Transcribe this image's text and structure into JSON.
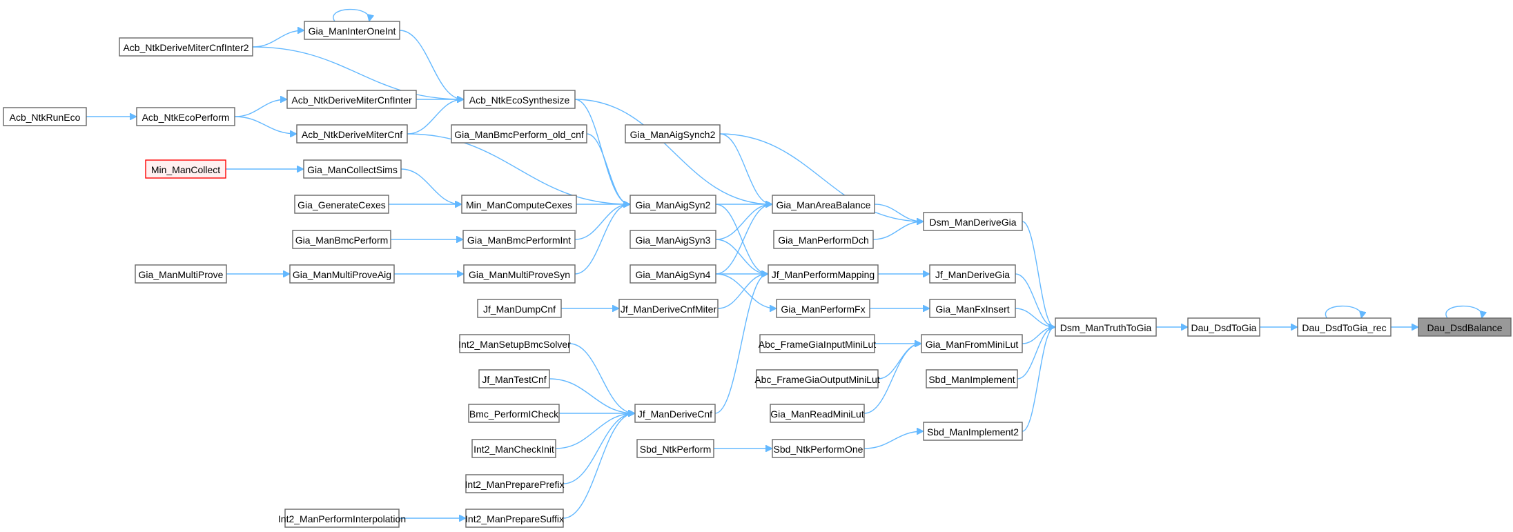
{
  "diagram": {
    "type": "call-graph",
    "colors": {
      "edge": "#63b8ff",
      "node_border": "#666666",
      "root_fill": "#999999",
      "highlight_border": "#ff0000",
      "highlight_fill": "#fff0f0"
    },
    "nodes": [
      {
        "id": "Dau_DsdBalance",
        "label": "Dau_DsdBalance",
        "style": "root",
        "self_loop": true
      },
      {
        "id": "Dau_DsdToGia_rec",
        "label": "Dau_DsdToGia_rec",
        "self_loop": true
      },
      {
        "id": "Dau_DsdToGia",
        "label": "Dau_DsdToGia"
      },
      {
        "id": "Dsm_ManTruthToGia",
        "label": "Dsm_ManTruthToGia"
      },
      {
        "id": "Dsm_ManDeriveGia",
        "label": "Dsm_ManDeriveGia"
      },
      {
        "id": "Jf_ManDeriveGia",
        "label": "Jf_ManDeriveGia"
      },
      {
        "id": "Gia_ManFxInsert",
        "label": "Gia_ManFxInsert"
      },
      {
        "id": "Gia_ManFromMiniLut",
        "label": "Gia_ManFromMiniLut"
      },
      {
        "id": "Sbd_ManImplement",
        "label": "Sbd_ManImplement"
      },
      {
        "id": "Sbd_ManImplement2",
        "label": "Sbd_ManImplement2"
      },
      {
        "id": "Gia_ManAigSynch2",
        "label": "Gia_ManAigSynch2"
      },
      {
        "id": "Gia_ManAreaBalance",
        "label": "Gia_ManAreaBalance"
      },
      {
        "id": "Gia_ManPerformDch",
        "label": "Gia_ManPerformDch"
      },
      {
        "id": "Jf_ManPerformMapping",
        "label": "Jf_ManPerformMapping"
      },
      {
        "id": "Gia_ManPerformFx",
        "label": "Gia_ManPerformFx"
      },
      {
        "id": "Abc_FrameGiaInputMiniLut",
        "label": "Abc_FrameGiaInputMiniLut"
      },
      {
        "id": "Abc_FrameGiaOutputMiniLut",
        "label": "Abc_FrameGiaOutputMiniLut"
      },
      {
        "id": "Gia_ManReadMiniLut",
        "label": "Gia_ManReadMiniLut"
      },
      {
        "id": "Sbd_NtkPerformOne",
        "label": "Sbd_NtkPerformOne"
      },
      {
        "id": "Sbd_NtkPerform",
        "label": "Sbd_NtkPerform"
      },
      {
        "id": "Gia_ManAigSyn2",
        "label": "Gia_ManAigSyn2"
      },
      {
        "id": "Gia_ManAigSyn3",
        "label": "Gia_ManAigSyn3"
      },
      {
        "id": "Gia_ManAigSyn4",
        "label": "Gia_ManAigSyn4"
      },
      {
        "id": "Jf_ManDeriveCnfMiter",
        "label": "Jf_ManDeriveCnfMiter"
      },
      {
        "id": "Jf_ManDeriveCnf",
        "label": "Jf_ManDeriveCnf"
      },
      {
        "id": "Acb_NtkEcoSynthesize",
        "label": "Acb_NtkEcoSynthesize"
      },
      {
        "id": "Gia_ManBmcPerform_old_cnf",
        "label": "Gia_ManBmcPerform_old_cnf"
      },
      {
        "id": "Min_ManComputeCexes",
        "label": "Min_ManComputeCexes"
      },
      {
        "id": "Gia_ManBmcPerformInt",
        "label": "Gia_ManBmcPerformInt"
      },
      {
        "id": "Gia_ManMultiProveSyn",
        "label": "Gia_ManMultiProveSyn"
      },
      {
        "id": "Jf_ManDumpCnf",
        "label": "Jf_ManDumpCnf"
      },
      {
        "id": "Int2_ManSetupBmcSolver",
        "label": "Int2_ManSetupBmcSolver"
      },
      {
        "id": "Jf_ManTestCnf",
        "label": "Jf_ManTestCnf"
      },
      {
        "id": "Bmc_PerformICheck",
        "label": "Bmc_PerformICheck"
      },
      {
        "id": "Int2_ManCheckInit",
        "label": "Int2_ManCheckInit"
      },
      {
        "id": "Int2_ManPreparePrefix",
        "label": "Int2_ManPreparePrefix"
      },
      {
        "id": "Int2_ManPrepareSuffix",
        "label": "Int2_ManPrepareSuffix"
      },
      {
        "id": "Int2_ManPerformInterpolation",
        "label": "Int2_ManPerformInterpolation"
      },
      {
        "id": "Gia_ManInterOneInt",
        "label": "Gia_ManInterOneInt",
        "self_loop": true
      },
      {
        "id": "Acb_NtkDeriveMiterCnfInter2",
        "label": "Acb_NtkDeriveMiterCnfInter2"
      },
      {
        "id": "Acb_NtkDeriveMiterCnfInter",
        "label": "Acb_NtkDeriveMiterCnfInter"
      },
      {
        "id": "Acb_NtkDeriveMiterCnf",
        "label": "Acb_NtkDeriveMiterCnf"
      },
      {
        "id": "Acb_NtkEcoPerform",
        "label": "Acb_NtkEcoPerform"
      },
      {
        "id": "Acb_NtkRunEco",
        "label": "Acb_NtkRunEco"
      },
      {
        "id": "Gia_ManCollectSims",
        "label": "Gia_ManCollectSims"
      },
      {
        "id": "Min_ManCollect",
        "label": "Min_ManCollect",
        "style": "highlight"
      },
      {
        "id": "Gia_GenerateCexes",
        "label": "Gia_GenerateCexes"
      },
      {
        "id": "Gia_ManBmcPerform",
        "label": "Gia_ManBmcPerform"
      },
      {
        "id": "Gia_ManMultiProveAig",
        "label": "Gia_ManMultiProveAig"
      },
      {
        "id": "Gia_ManMultiProve",
        "label": "Gia_ManMultiProve"
      }
    ],
    "edges": [
      [
        "Dau_DsdToGia_rec",
        "Dau_DsdBalance"
      ],
      [
        "Dau_DsdToGia",
        "Dau_DsdToGia_rec"
      ],
      [
        "Dsm_ManTruthToGia",
        "Dau_DsdToGia"
      ],
      [
        "Dsm_ManDeriveGia",
        "Dsm_ManTruthToGia"
      ],
      [
        "Jf_ManDeriveGia",
        "Dsm_ManTruthToGia"
      ],
      [
        "Gia_ManFxInsert",
        "Dsm_ManTruthToGia"
      ],
      [
        "Gia_ManFromMiniLut",
        "Dsm_ManTruthToGia"
      ],
      [
        "Sbd_ManImplement",
        "Dsm_ManTruthToGia"
      ],
      [
        "Sbd_ManImplement2",
        "Dsm_ManTruthToGia"
      ],
      [
        "Gia_ManAigSynch2",
        "Dsm_ManDeriveGia"
      ],
      [
        "Gia_ManAreaBalance",
        "Dsm_ManDeriveGia"
      ],
      [
        "Gia_ManPerformDch",
        "Dsm_ManDeriveGia"
      ],
      [
        "Jf_ManPerformMapping",
        "Jf_ManDeriveGia"
      ],
      [
        "Gia_ManPerformFx",
        "Gia_ManFxInsert"
      ],
      [
        "Abc_FrameGiaInputMiniLut",
        "Gia_ManFromMiniLut"
      ],
      [
        "Abc_FrameGiaOutputMiniLut",
        "Gia_ManFromMiniLut"
      ],
      [
        "Gia_ManReadMiniLut",
        "Gia_ManFromMiniLut"
      ],
      [
        "Sbd_NtkPerformOne",
        "Sbd_ManImplement2"
      ],
      [
        "Sbd_NtkPerform",
        "Sbd_NtkPerformOne"
      ],
      [
        "Acb_NtkEcoSynthesize",
        "Gia_ManAreaBalance"
      ],
      [
        "Gia_ManAigSynch2",
        "Gia_ManAreaBalance"
      ],
      [
        "Gia_ManAigSyn2",
        "Gia_ManAreaBalance"
      ],
      [
        "Gia_ManAigSyn3",
        "Gia_ManAreaBalance"
      ],
      [
        "Gia_ManAigSyn4",
        "Gia_ManAreaBalance"
      ],
      [
        "Gia_ManAigSyn2",
        "Jf_ManPerformMapping"
      ],
      [
        "Gia_ManAigSyn3",
        "Jf_ManPerformMapping"
      ],
      [
        "Gia_ManAigSyn4",
        "Jf_ManPerformMapping"
      ],
      [
        "Jf_ManDeriveCnfMiter",
        "Jf_ManPerformMapping"
      ],
      [
        "Jf_ManDeriveCnf",
        "Jf_ManPerformMapping"
      ],
      [
        "Gia_ManAigSyn4",
        "Gia_ManPerformFx"
      ],
      [
        "Acb_NtkEcoSynthesize",
        "Gia_ManAigSyn2"
      ],
      [
        "Gia_ManBmcPerform_old_cnf",
        "Gia_ManAigSyn2"
      ],
      [
        "Acb_NtkDeriveMiterCnf",
        "Gia_ManAigSyn2"
      ],
      [
        "Min_ManComputeCexes",
        "Gia_ManAigSyn2"
      ],
      [
        "Gia_ManBmcPerformInt",
        "Gia_ManAigSyn2"
      ],
      [
        "Gia_ManMultiProveSyn",
        "Gia_ManAigSyn2"
      ],
      [
        "Jf_ManDumpCnf",
        "Jf_ManDeriveCnfMiter"
      ],
      [
        "Int2_ManSetupBmcSolver",
        "Jf_ManDeriveCnf"
      ],
      [
        "Jf_ManTestCnf",
        "Jf_ManDeriveCnf"
      ],
      [
        "Bmc_PerformICheck",
        "Jf_ManDeriveCnf"
      ],
      [
        "Int2_ManCheckInit",
        "Jf_ManDeriveCnf"
      ],
      [
        "Int2_ManPreparePrefix",
        "Jf_ManDeriveCnf"
      ],
      [
        "Int2_ManPrepareSuffix",
        "Jf_ManDeriveCnf"
      ],
      [
        "Int2_ManPerformInterpolation",
        "Int2_ManPrepareSuffix"
      ],
      [
        "Gia_ManInterOneInt",
        "Acb_NtkEcoSynthesize"
      ],
      [
        "Acb_NtkDeriveMiterCnfInter2",
        "Acb_NtkEcoSynthesize"
      ],
      [
        "Acb_NtkDeriveMiterCnfInter",
        "Acb_NtkEcoSynthesize"
      ],
      [
        "Acb_NtkDeriveMiterCnf",
        "Acb_NtkEcoSynthesize"
      ],
      [
        "Acb_NtkDeriveMiterCnfInter2",
        "Gia_ManInterOneInt"
      ],
      [
        "Acb_NtkEcoPerform",
        "Acb_NtkDeriveMiterCnfInter"
      ],
      [
        "Acb_NtkEcoPerform",
        "Acb_NtkDeriveMiterCnf"
      ],
      [
        "Acb_NtkRunEco",
        "Acb_NtkEcoPerform"
      ],
      [
        "Min_ManCollect",
        "Gia_ManCollectSims"
      ],
      [
        "Gia_ManCollectSims",
        "Min_ManComputeCexes"
      ],
      [
        "Gia_GenerateCexes",
        "Min_ManComputeCexes"
      ],
      [
        "Gia_ManBmcPerform",
        "Gia_ManBmcPerformInt"
      ],
      [
        "Gia_ManMultiProve",
        "Gia_ManMultiProveAig"
      ],
      [
        "Gia_ManMultiProveAig",
        "Gia_ManMultiProveSyn"
      ]
    ]
  }
}
